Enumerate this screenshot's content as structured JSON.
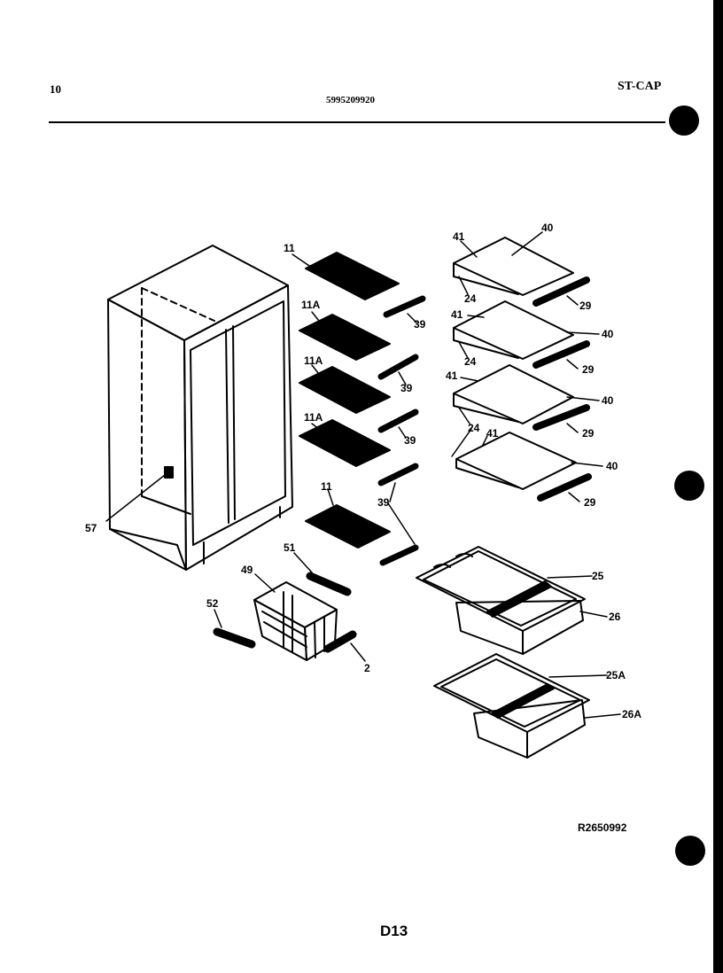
{
  "header": {
    "page_number": "10",
    "model_number": "5995209920",
    "section_code": "ST-CAP"
  },
  "diagram": {
    "labels": {
      "cabinet_shelf_top": "11",
      "cabinet_shelf_2": "11A",
      "cabinet_shelf_3": "11A",
      "cabinet_shelf_4": "11A",
      "cabinet_shelf_bottom": "11",
      "support_1": "39",
      "support_2": "39",
      "support_3": "39",
      "support_4": "39",
      "glass_shelf_1_frame": "41",
      "glass_shelf_1_glass": "40",
      "glass_shelf_1_clip": "24",
      "glass_shelf_1_rail": "29",
      "glass_shelf_2_frame": "41",
      "glass_shelf_2_glass": "40",
      "glass_shelf_2_clip": "24",
      "glass_shelf_2_rail": "29",
      "glass_shelf_3_frame": "41",
      "glass_shelf_3_glass": "40",
      "glass_shelf_3_clip": "24",
      "glass_shelf_3_rail": "29",
      "glass_shelf_4_frame": "41",
      "glass_shelf_4_glass": "40",
      "glass_shelf_4_clip": "24",
      "glass_shelf_4_rail": "29",
      "light_switch": "57",
      "basket_rail": "51",
      "basket": "49",
      "basket_support_left": "52",
      "basket_support_right": "2",
      "crisper_cover": "25",
      "crisper_pan": "26",
      "crisper_cover_lower": "25A",
      "crisper_pan_lower": "26A"
    }
  },
  "footer": {
    "drawing_number": "R2650992",
    "page_code": "D13"
  }
}
